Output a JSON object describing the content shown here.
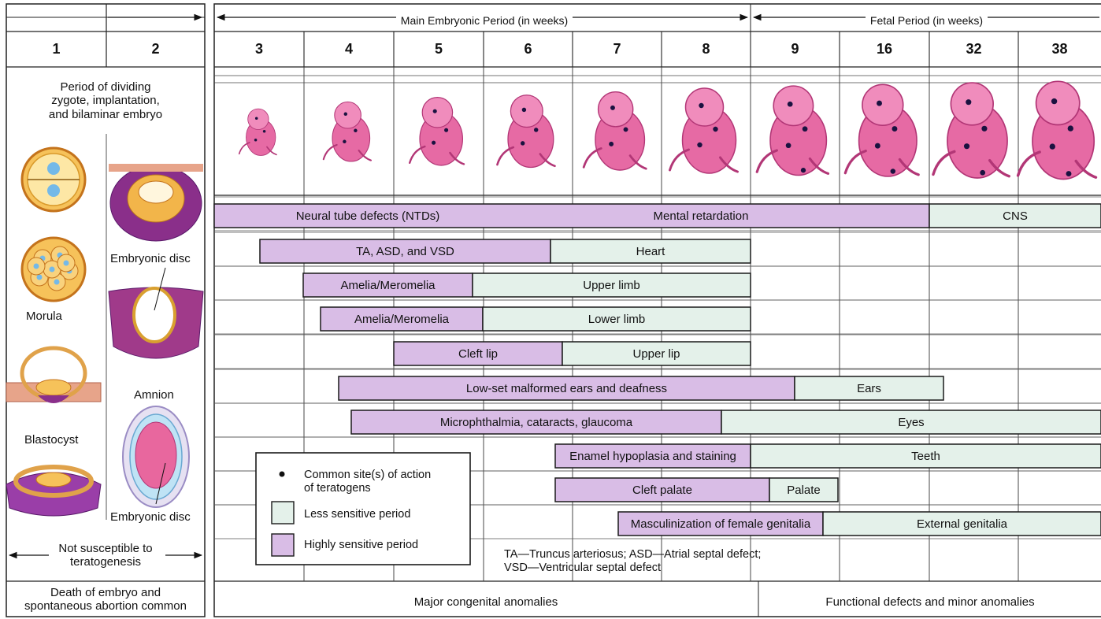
{
  "header": {
    "embryonic_period": "Main Embryonic Period (in weeks)",
    "fetal_period": "Fetal Period (in weeks)",
    "pre_weeks": [
      "1",
      "2"
    ],
    "weeks": [
      "3",
      "4",
      "5",
      "6",
      "7",
      "8",
      "9",
      "16",
      "32",
      "38"
    ]
  },
  "left_panel": {
    "period_text": "Period of dividing\nzygote, implantation,\nand bilaminar embryo",
    "embryonic_disc_top": "Embryonic disc",
    "morula": "Morula",
    "amnion": "Amnion",
    "blastocyst": "Blastocyst",
    "embryonic_disc_bottom": "Embryonic disc",
    "not_susceptible": "Not susceptible to\nteratogenesis",
    "death": "Death of embryo and\nspontaneous abortion common"
  },
  "colors": {
    "highly_sensitive": "#d9bde6",
    "less_sensitive": "#e4f1ea",
    "embryo_fill": "#e66aa4",
    "embryo_dark": "#b23676",
    "site_dot": "#1a1240"
  },
  "rows": [
    {
      "organ": "CNS",
      "segments": [
        {
          "type": "high",
          "label": "Neural tube defects (NTDs)"
        },
        {
          "type": "high",
          "label": "Mental retardation"
        },
        {
          "type": "low",
          "label": "CNS"
        }
      ]
    },
    {
      "organ": "Heart",
      "segments": [
        {
          "type": "high",
          "label": "TA, ASD, and VSD"
        },
        {
          "type": "low",
          "label": "Heart"
        }
      ]
    },
    {
      "organ": "Upper limb",
      "segments": [
        {
          "type": "high",
          "label": "Amelia/Meromelia"
        },
        {
          "type": "low",
          "label": "Upper limb"
        }
      ]
    },
    {
      "organ": "Lower limb",
      "segments": [
        {
          "type": "high",
          "label": "Amelia/Meromelia"
        },
        {
          "type": "low",
          "label": "Lower limb"
        }
      ]
    },
    {
      "organ": "Upper lip",
      "segments": [
        {
          "type": "high",
          "label": "Cleft lip"
        },
        {
          "type": "low",
          "label": "Upper lip"
        }
      ]
    },
    {
      "organ": "Ears",
      "segments": [
        {
          "type": "high",
          "label": "Low-set malformed ears and deafness"
        },
        {
          "type": "low",
          "label": "Ears"
        }
      ]
    },
    {
      "organ": "Eyes",
      "segments": [
        {
          "type": "high",
          "label": "Microphthalmia, cataracts, glaucoma"
        },
        {
          "type": "low",
          "label": "Eyes"
        }
      ]
    },
    {
      "organ": "Teeth",
      "segments": [
        {
          "type": "high",
          "label": "Enamel hypoplasia and staining"
        },
        {
          "type": "low",
          "label": "Teeth"
        }
      ]
    },
    {
      "organ": "Palate",
      "segments": [
        {
          "type": "high",
          "label": "Cleft palate"
        },
        {
          "type": "low",
          "label": "Palate"
        }
      ]
    },
    {
      "organ": "External genitalia",
      "segments": [
        {
          "type": "high",
          "label": "Masculinization of female genitalia"
        },
        {
          "type": "low",
          "label": "External genitalia"
        }
      ]
    }
  ],
  "legend": {
    "dot_label": "Common site(s) of action\nof teratogens",
    "less_label": "Less sensitive period",
    "high_label": "Highly sensitive period"
  },
  "abbreviations": "TA—Truncus arteriosus; ASD—Atrial septal defect;\nVSD—Ventricular septal defect",
  "footer": {
    "major": "Major congenital anomalies",
    "functional": "Functional defects and minor anomalies"
  }
}
